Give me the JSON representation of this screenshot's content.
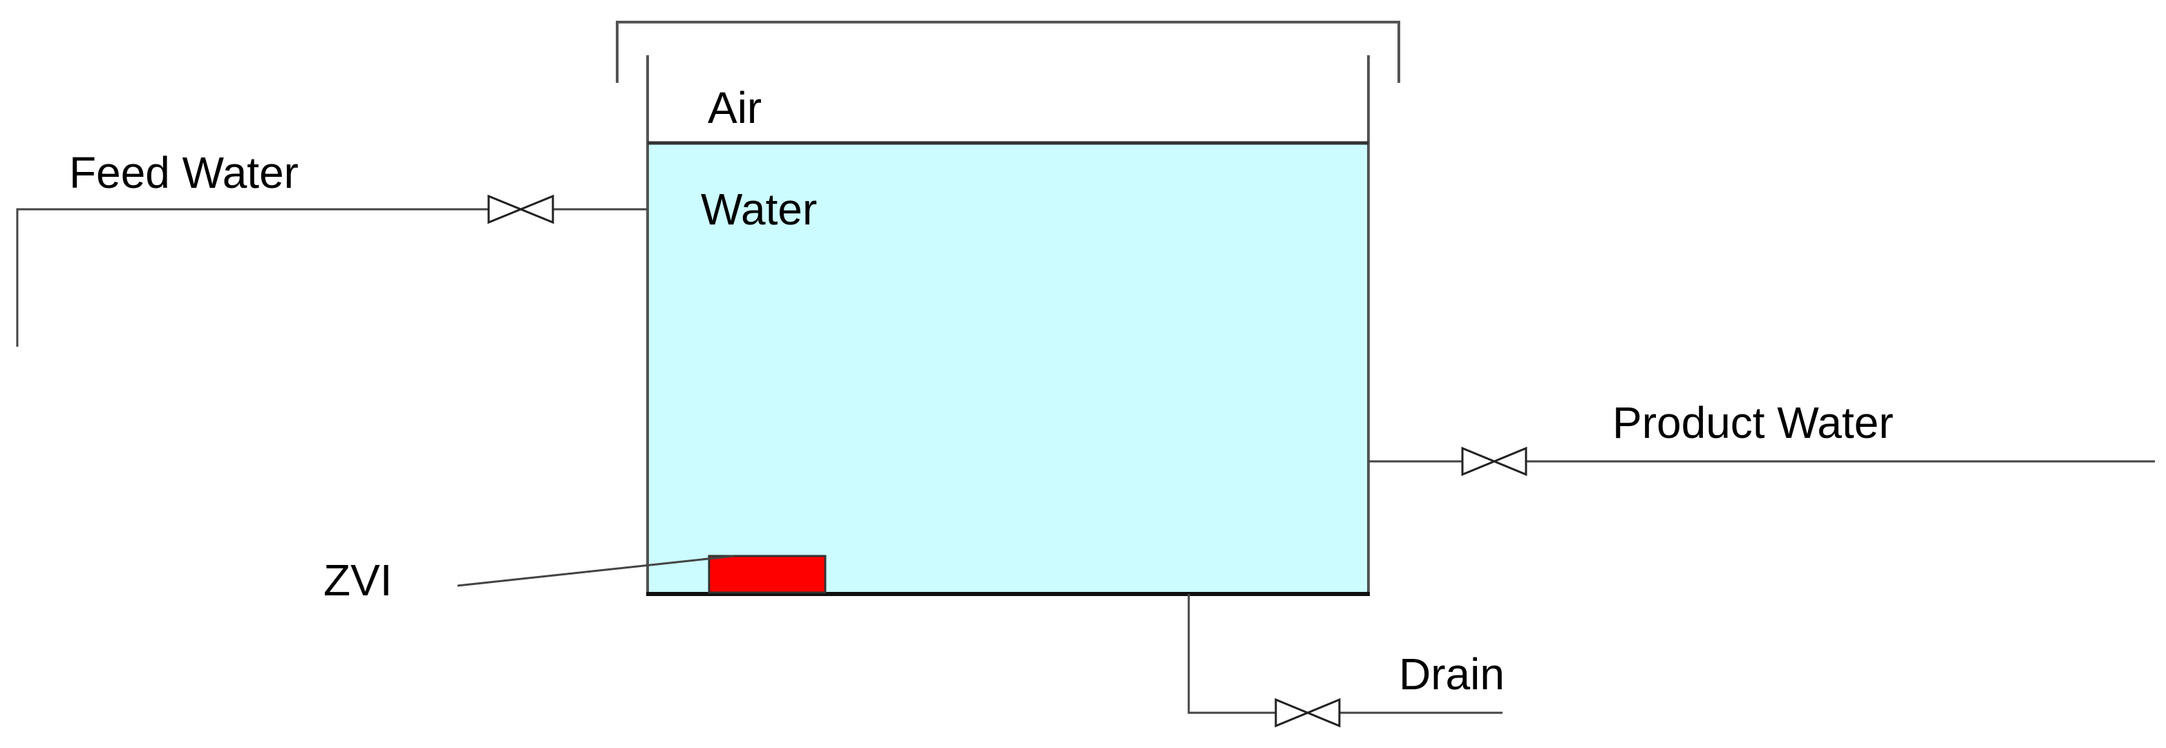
{
  "labels": {
    "air": "Air",
    "water": "Water",
    "feed_water": "Feed Water",
    "product_water": "Product Water",
    "zvi": "ZVI",
    "drain": "Drain"
  },
  "colors": {
    "water_fill": "#CCFCFF",
    "zvi_fill": "#FF0000",
    "line": "#555555"
  },
  "icons": {
    "valve": "bowtie-valve-icon"
  }
}
